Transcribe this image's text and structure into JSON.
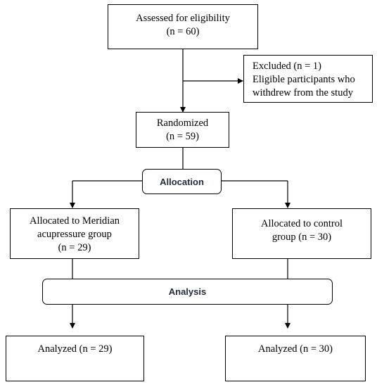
{
  "flowchart": {
    "assessed": {
      "title": "Assessed for eligibility",
      "count": "(n = 60)"
    },
    "excluded": {
      "title": "Excluded (n = 1)",
      "line2": "Eligible participants who",
      "line3": "withdrew from the study"
    },
    "randomized": {
      "title": "Randomized",
      "count": "(n = 59)"
    },
    "allocation_label": "Allocation",
    "intervention": {
      "line1": "Allocated to Meridian",
      "line2": "acupressure group",
      "count": "(n = 29)"
    },
    "control": {
      "line1": "Allocated to control",
      "line2": "group (n = 30)"
    },
    "analysis_label": "Analysis",
    "analyzed_left": "Analyzed (n = 29)",
    "analyzed_right": "Analyzed (n = 30)"
  },
  "colors": {
    "line": "#000000",
    "pill_text": "#1f2a3a",
    "ghost_text": "#eef1f7"
  }
}
